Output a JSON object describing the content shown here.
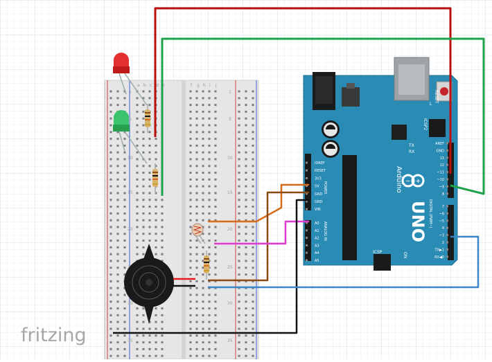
{
  "app": {
    "logo_text": "fritzing"
  },
  "breadboard": {
    "column_letters_left": [
      "a",
      "b",
      "c",
      "d",
      "e"
    ],
    "column_letters_right": [
      "f",
      "g",
      "h",
      "i",
      "j"
    ],
    "row_numbers": [
      "1",
      "5",
      "10",
      "15",
      "20",
      "25",
      "30",
      "35"
    ]
  },
  "arduino": {
    "brand": "Arduino",
    "model": "UNO",
    "reset_label": "RESET",
    "icsp2_label": "ICSP2",
    "icsp_label": "ICSP",
    "tx_label": "TX",
    "rx_label": "RX",
    "l_label": "L",
    "on_label": "ON",
    "power_section_label": "POWER",
    "analog_section_label": "ANALOG IN",
    "digital_section_label": "DIGITAL (PWM~)",
    "power_pins": [
      "IOREF",
      "RESET",
      "3V3",
      "5V",
      "GND",
      "GND",
      "VIN"
    ],
    "analog_pins": [
      "A0",
      "A1",
      "A2",
      "A3",
      "A4",
      "A5"
    ],
    "digital_pins_top": [
      "AREF",
      "GND",
      "13",
      "12",
      "~11",
      "~10",
      "~9",
      "8"
    ],
    "digital_pins_bottom": [
      "7",
      "~6",
      "~5",
      "4",
      "~3",
      "2",
      "TX▶1",
      "RX◀0"
    ]
  },
  "components": {
    "leds": [
      "red",
      "green"
    ],
    "resistor_count": 3,
    "photoresistor": 1,
    "buzzer": 1
  },
  "colors": {
    "board": "#2a8bb5",
    "wire_red": "#b8100f",
    "wire_green": "#1ea34a",
    "wire_orange": "#d56c1c",
    "wire_brown": "#8a4a12",
    "wire_magenta": "#e03ad0",
    "wire_blue": "#3c86c8",
    "wire_black": "#111111",
    "rail_red": "#d04040",
    "rail_blue": "#3d5fd9"
  }
}
